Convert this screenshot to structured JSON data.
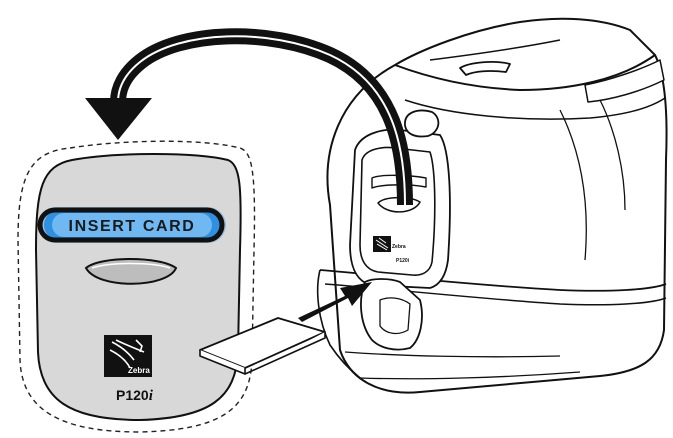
{
  "panel": {
    "status_text": "INSERT CARD",
    "brand": "Zebra",
    "model_prefix": "P120",
    "model_suffix": "i"
  },
  "printer": {
    "brand": "Zebra",
    "model": "P120i"
  },
  "colors": {
    "display_glow": "#2f8fe0",
    "panel_fill": "#d8d8d8",
    "line": "#111111"
  },
  "icons": {
    "curved_arrow": "curved-arrow-icon",
    "insert_arrow": "insert-arrow-icon",
    "zebra_logo": "zebra-logo-icon"
  }
}
